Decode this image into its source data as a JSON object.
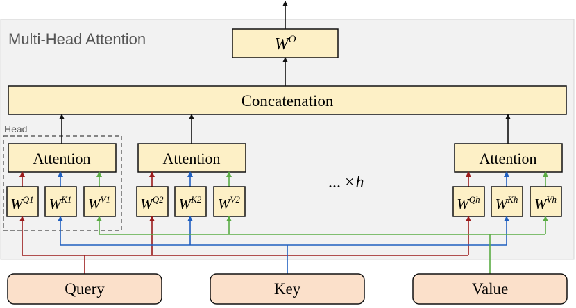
{
  "title": "Multi-Head Attention",
  "head_label": "Head",
  "output": {
    "base": "W",
    "sup": "O"
  },
  "concat": "Concatenation",
  "heads": [
    {
      "attention": "Attention",
      "q": {
        "base": "W",
        "sup": "Q1"
      },
      "k": {
        "base": "W",
        "sup": "K1"
      },
      "v": {
        "base": "W",
        "sup": "V1"
      }
    },
    {
      "attention": "Attention",
      "q": {
        "base": "W",
        "sup": "Q2"
      },
      "k": {
        "base": "W",
        "sup": "K2"
      },
      "v": {
        "base": "W",
        "sup": "V2"
      }
    },
    {
      "attention": "Attention",
      "q": {
        "base": "W",
        "sup": "Qh"
      },
      "k": {
        "base": "W",
        "sup": "Kh"
      },
      "v": {
        "base": "W",
        "sup": "Vh"
      }
    }
  ],
  "repeat": {
    "dots": "...",
    "times": "×",
    "h": "h"
  },
  "inputs": {
    "query": "Query",
    "key": "Key",
    "value": "Value"
  },
  "colors": {
    "query": "#9b1b1b",
    "key": "#1f5fbf",
    "value": "#5aac44",
    "box_fill": "#fdf0c6",
    "input_fill": "#fbe0ca",
    "panel_fill": "#f2f2f2"
  }
}
